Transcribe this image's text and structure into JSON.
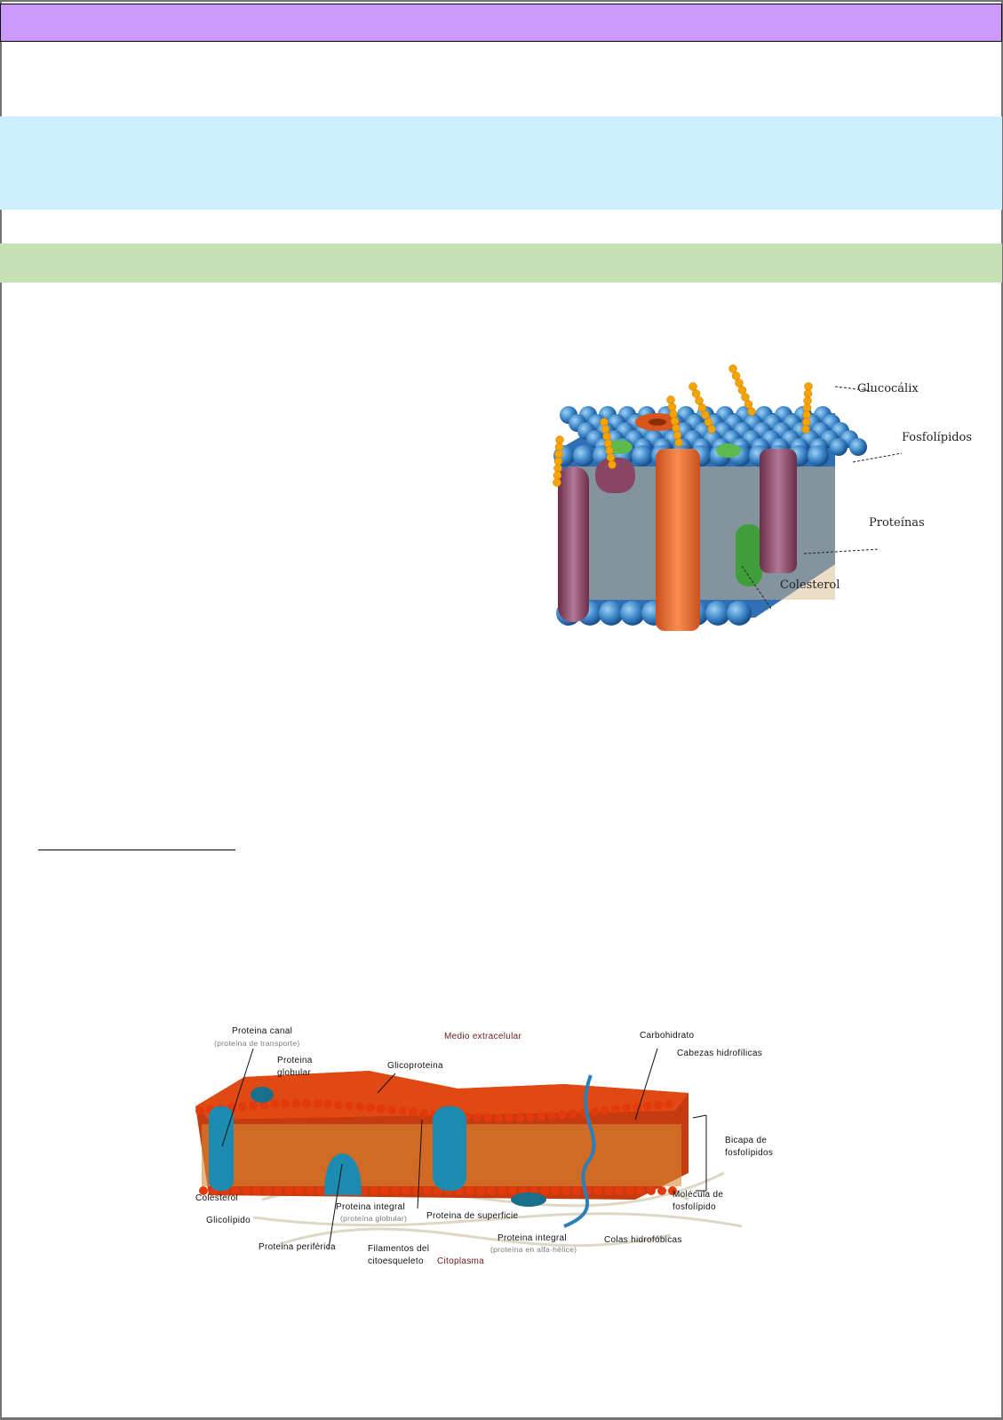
{
  "colors": {
    "title_band": "#cc99ff",
    "info_band": "#cceeff",
    "section_band": "#c5e0b4",
    "frame": "#737373"
  },
  "figure1": {
    "labels": {
      "glucocalix": "Glucocálix",
      "fosfolipidos": "Fosfolípidos",
      "proteinas": "Proteínas",
      "colesterol": "Colesterol"
    }
  },
  "figure2": {
    "labels": {
      "proteina_canal": "Proteina canal",
      "proteina_canal_sub": "(proteína de transporte)",
      "proteina_globular_1": "Proteina",
      "proteina_globular_2": "globular",
      "glicoproteina": "Glicoproteina",
      "medio_extracelular": "Medio extracelular",
      "carbohidrato": "Carbohidrato",
      "cabezas_hidrofilicas": "Cabezas hidrofílicas",
      "bicapa_1": "Bicapa de",
      "bicapa_2": "fosfolípidos",
      "molecula_1": "Molécula de",
      "molecula_2": "fosfolípido",
      "colesterol": "Colesterol",
      "glicolipido": "Glicolípido",
      "proteina_integral_globular": "Proteina integral",
      "proteina_integral_globular_sub": "(proteína globular)",
      "proteina_superficie": "Proteina de superficie",
      "proteina_periferica": "Proteina periférica",
      "filamentos_1": "Filamentos del",
      "filamentos_2": "citoesqueleto",
      "citoplasma": "Citoplasma",
      "proteina_integral_alfa": "Proteina integral",
      "proteina_integral_alfa_sub": "(proteína en alfa-hélice)",
      "colas_hidrofobicas": "Colas hidrofóbicas"
    }
  }
}
